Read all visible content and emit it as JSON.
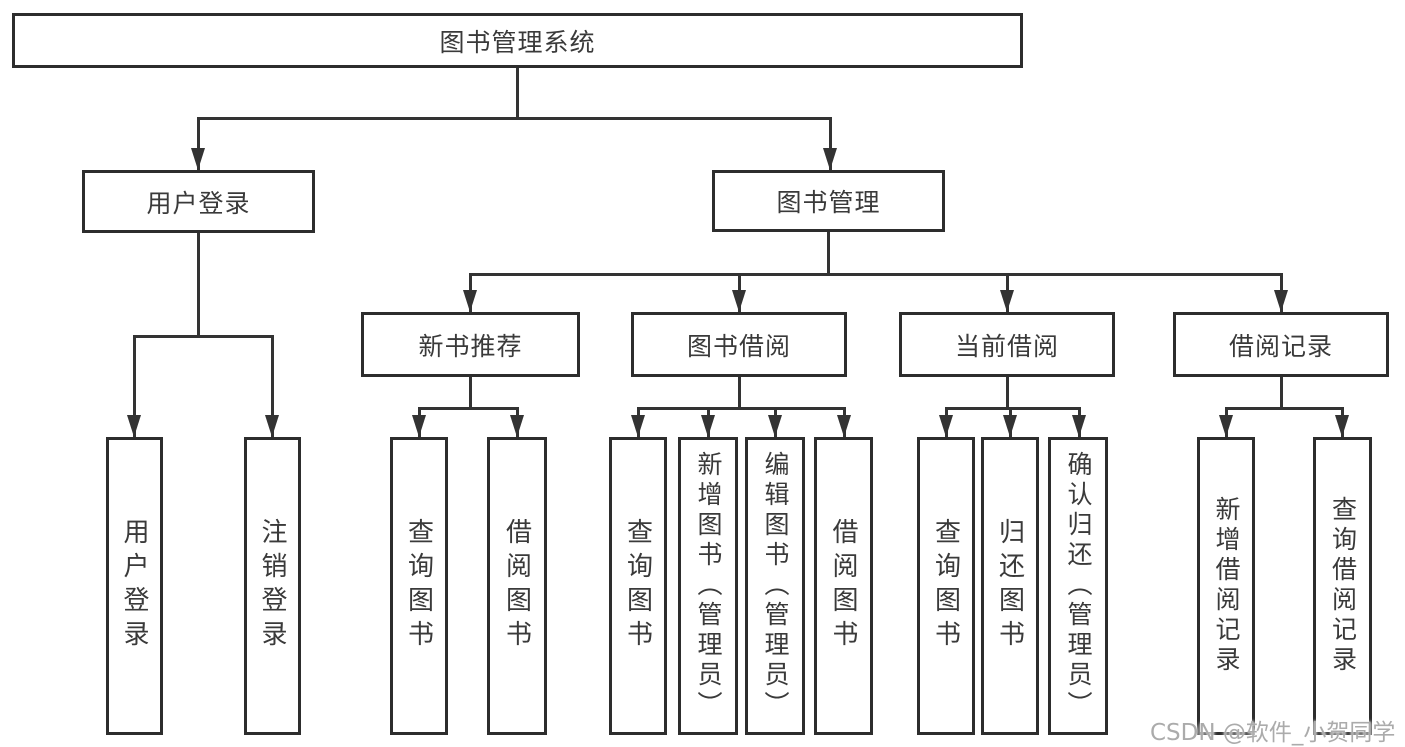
{
  "diagram": {
    "title": "图书管理系统",
    "branches": [
      {
        "label": "用户登录",
        "children": [
          {
            "label": "用户登录"
          },
          {
            "label": "注销登录"
          }
        ]
      },
      {
        "label": "图书管理",
        "children": [
          {
            "label": "新书推荐",
            "children": [
              {
                "label": "查询图书"
              },
              {
                "label": "借阅图书"
              }
            ]
          },
          {
            "label": "图书借阅",
            "children": [
              {
                "label": "查询图书"
              },
              {
                "label": "新增图书（管理员）"
              },
              {
                "label": "编辑图书（管理员）"
              },
              {
                "label": "借阅图书"
              }
            ]
          },
          {
            "label": "当前借阅",
            "children": [
              {
                "label": "查询图书"
              },
              {
                "label": "归还图书"
              },
              {
                "label": "确认归还（管理员）"
              }
            ]
          },
          {
            "label": "借阅记录",
            "children": [
              {
                "label": "新增借阅记录"
              },
              {
                "label": "查询借阅记录"
              }
            ]
          }
        ]
      }
    ]
  },
  "watermark": {
    "text": "CSDN @软件_小贺同学"
  },
  "colors": {
    "background": "#ffffff",
    "box_border": "#2d2d2d",
    "connector_line": "#333333",
    "text": "#3a3a3a",
    "watermark_text": "#ababab"
  }
}
